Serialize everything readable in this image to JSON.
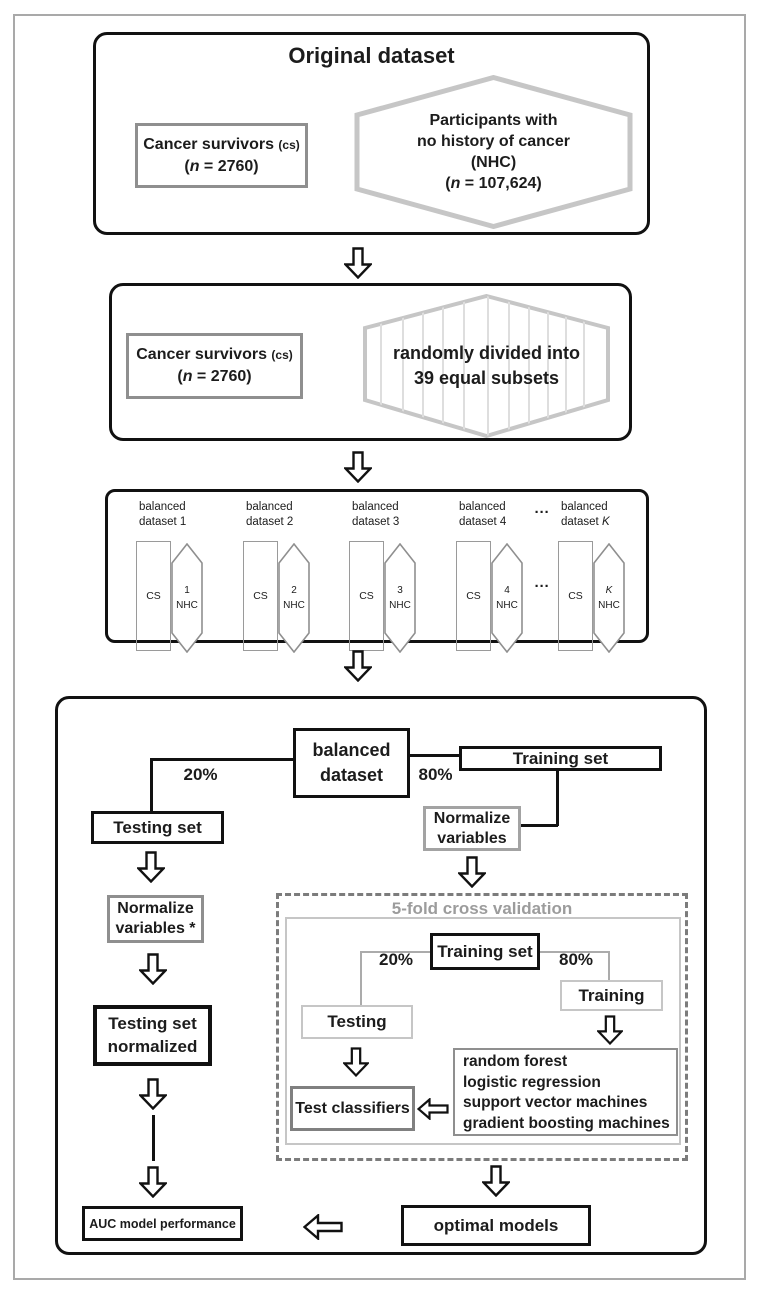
{
  "section1": {
    "title": "Original dataset",
    "cs_box": {
      "name": "Cancer survivors",
      "abbr": "(cs)",
      "n_pre": "(",
      "n": "n",
      "n_post": " = 2760)"
    },
    "hexagon": {
      "line1": "Participants with",
      "line2": "no history of cancer",
      "line3": "(NHC)",
      "n_pre": "(",
      "n": "n",
      "n_post": " = 107,624)"
    }
  },
  "section2": {
    "cs_box": {
      "name": "Cancer survivors",
      "abbr": "(cs)",
      "n_pre": "(",
      "n": "n",
      "n_post": " = 2760)"
    },
    "hexagon": {
      "line1": "randomly divided into",
      "line2": "39 equal subsets"
    }
  },
  "section3": {
    "ellipsis": "···",
    "groups": [
      {
        "label1": "balanced",
        "label2": "dataset 1",
        "k": "",
        "cs": "CS",
        "num": "1",
        "nhc": "NHC"
      },
      {
        "label1": "balanced",
        "label2": "dataset 2",
        "k": "",
        "cs": "CS",
        "num": "2",
        "nhc": "NHC"
      },
      {
        "label1": "balanced",
        "label2": "dataset 3",
        "k": "",
        "cs": "CS",
        "num": "3",
        "nhc": "NHC"
      },
      {
        "label1": "balanced",
        "label2": "dataset 4",
        "k": "",
        "cs": "CS",
        "num": "4",
        "nhc": "NHC"
      },
      {
        "label1": "balanced",
        "label2": "dataset",
        "k": "K",
        "cs": "CS",
        "num": "K",
        "nhc": "NHC"
      }
    ]
  },
  "section4": {
    "balanced_dataset_line1": "balanced",
    "balanced_dataset_line2": "dataset",
    "pct20": "20%",
    "pct80": "80%",
    "testing_set": "Testing set",
    "training_set": "Training set",
    "normalize_train": {
      "line1": "Normalize",
      "line2": "variables"
    },
    "normalize_test": {
      "line1": "Normalize",
      "line2": "variables *"
    },
    "testing_set_normalized": {
      "line1": "Testing set",
      "line2": "normalized"
    },
    "auc": "AUC model performance",
    "optimal_models": "optimal models",
    "cv": {
      "title": "5-fold cross validation",
      "training_set": "Training set",
      "pct20": "20%",
      "pct80": "80%",
      "testing": "Testing",
      "training": "Training",
      "classifiers": [
        "random forest",
        "logistic regression",
        "support vector machines",
        "gradient boosting machines"
      ],
      "test_classifiers": "Test classifiers"
    }
  }
}
